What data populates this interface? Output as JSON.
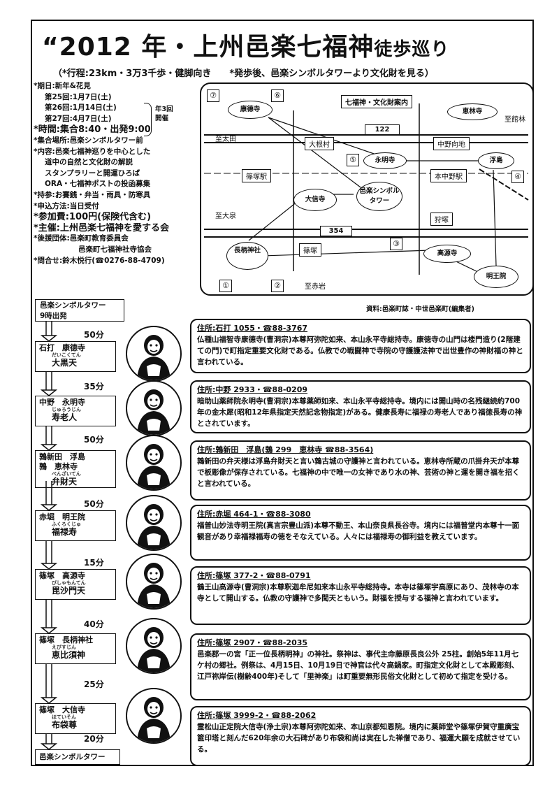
{
  "title": {
    "main": "“2012 年・上州邑楽七福神",
    "sub": "徒歩巡り"
  },
  "subtitle": "（*行程:23km・3万3千歩・健脚向き　　*発歩後、邑楽シンボルタワーより文化財を見る）",
  "info": {
    "dates_head": "*期日:新年&花見",
    "dates": [
      "第25回:1月7日(土)",
      "第26回:1月14日(土)",
      "第27回:4月7日(土)"
    ],
    "dates_note": "年3回開催",
    "time": "*時間:集合8:40・出発9:00",
    "place": "*集合場所:邑楽シンボルタワー前",
    "content_head": "*内容:邑楽七福神巡りを中心とした",
    "content_lines": [
      "道中の自然と文化財の解説",
      "スタンプラリーと開運ひろば",
      "ORA・七福神ポストの投函募集"
    ],
    "items": "*持参:お賽銭・弁当・雨具・防寒具",
    "apply": "*申込方法:当日受付",
    "fee": "*参加費:100円(保険代含む)",
    "host": "*主催:上州邑楽七福神を愛する会",
    "support_head": "*後援団体:邑楽町教育委員会",
    "support_2": "邑楽町七福神社寺協会",
    "contact": "*問合せ:鈴木悦行(☎0276-88-4709)"
  },
  "map": {
    "legend": "七福神・文化財案内",
    "road_122": "122",
    "road_354": "354",
    "labels": {
      "kotoku": "康德寺",
      "keirin": "恵林寺",
      "kanrin": "至館林",
      "ota": "至太田",
      "ooneson": "大根村",
      "nakanomukaichi": "中野向地",
      "eimei": "永明寺",
      "ukishima": "浮島",
      "shinozuka_st": "篠塚駅",
      "honnakano_st": "本中野駅",
      "tower": "邑楽シンボルタワー",
      "daishin": "大信寺",
      "ooizumi": "至大泉",
      "kariba": "狩塚",
      "shinozuka": "篠塚",
      "nagara": "長柄神社",
      "kogen": "高源寺",
      "myoo": "明王院",
      "akaiwa": "至赤岩"
    },
    "nums": [
      "①",
      "②",
      "③",
      "④",
      "⑤",
      "⑥",
      "⑦"
    ]
  },
  "source": "資料:邑楽町誌・中世邑楽町(編集者)",
  "start": {
    "line1": "邑楽シンボルタワー",
    "line2": "9時出発"
  },
  "end": "邑楽シンボルタワー",
  "durations": [
    "50分",
    "35分",
    "50分",
    "50分",
    "15分",
    "40分",
    "25分",
    "20分"
  ],
  "stops": [
    {
      "place": "石打　康德寺",
      "ruby": "だいこくてん",
      "god": "大黒天",
      "addr": "住所:石打 1055・☎88-3767",
      "text": "仏種山福智寺康德寺(曹洞宗)本尊阿弥陀如来、本山永平寺総持寺。康徳寺の山門は楼門造り(2階建ての門)で町指定重要文化財である。仏教での戦闘神で寺院の守護護法神で出世豊作の神財福の神と言われている。"
    },
    {
      "place": "中野　永明寺",
      "ruby": "じゅろうじん",
      "god": "寿老人",
      "addr": "住所:中野 2933・☎88-0209",
      "text": "暗助山薬師院永明寺(曹洞宗)本尊薬師如来、本山永平寺総持寺。境内には開山時の名残継続約700年の金木犀(昭和12年県指定天然記念物指定)がある。健康長寿に福禄の寿老人であり福徳長寿の神とされています。"
    },
    {
      "place": "鶉新田　浮島",
      "place2": "鶉　恵林寺",
      "ruby": "べんざいてん",
      "god": "弁財天",
      "addr": "住所:鶉新田　浮島(鶉 299　恵林寺 ☎88-3564)",
      "text": "鶉新田の弁天様は浮島弁財天と言い鶉古城の守護神と言われている。恵林寺所蔵の爪掛弁天が本尊で板彫像が保存されている。七福神の中で唯一の女神であり水の神、芸術の神と運を開き福を招くと言われている。"
    },
    {
      "place": "赤堀　明王院",
      "ruby": "ふくろくじゅ",
      "god": "福禄寿",
      "addr": "住所:赤堀 464-1・☎88-3080",
      "text": "福普山妙法寺明王院(真言宗豊山派)本尊不動王、本山奈良県長谷寺。境内には福普堂内本尊十一面観音があり幸福禄福寿の徳をそなえている。人々には福禄寿の御利益を教えています。"
    },
    {
      "place": "篠塚　高源寺",
      "ruby": "びしゃもんてん",
      "god": "毘沙門天",
      "addr": "住所:篠塚 377-2・☎88-0791",
      "text": "鶴王山高源寺(曹洞宗)本尊釈迦牟尼如来本山永平寺総持寺。本寺は篠塚宇高原にあり、茂林寺の本寺として開山する。仏教の守護神で多聞天ともいう。財福を授与する福神と言われています。"
    },
    {
      "place": "篠塚　長柄神社",
      "ruby": "えびすじん",
      "god": "恵比須神",
      "addr": "住所:篠塚 2907・☎88-2035",
      "text": "邑楽郡一の宮「正一位長柄明神」の神社。祭神は、事代主命藤原長良公外 25柱。創始5年11月七ケ村の郷社。例祭は、4月15日、10月19日で神官は代々高鍋家。町指定文化財として本殿彫刻、江戸祢岸伝(樹齢400年)そして「里神楽」は町重要無形民俗文化財として初めて指定を受ける。"
    },
    {
      "place": "篠塚　大信寺",
      "ruby": "ほていそん",
      "god": "布袋尊",
      "addr": "住所:篠塚 3999-2・☎88-2062",
      "text": "霊松山正定院大信寺(浄土宗)本尊阿弥陀如来、本山京都知恩院。境内に薬師堂や篠塚伊賀守重廣宝篋印塔と刻んだ620年余の大石碑があり布袋和尚は実在した禅僧であり、福運大願を成就させている。"
    }
  ]
}
